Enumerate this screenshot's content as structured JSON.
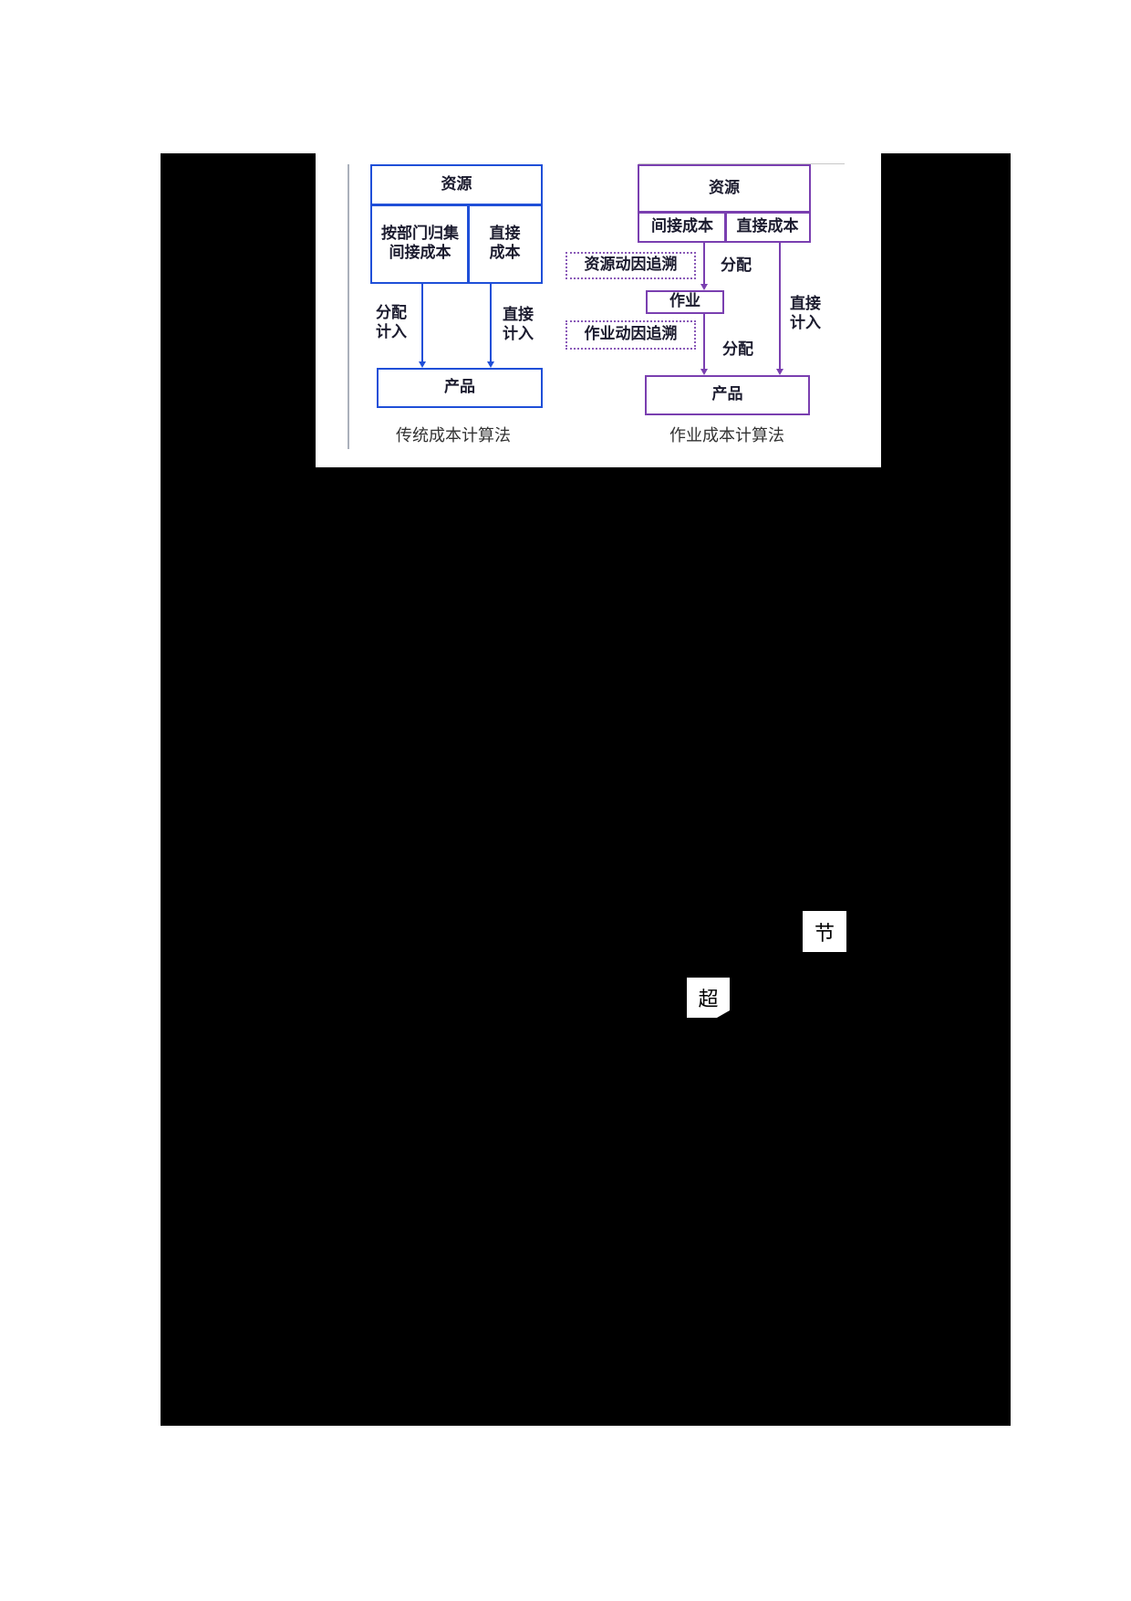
{
  "figure": {
    "traditional": {
      "caption": "传统成本计算法",
      "resource_label": "资源",
      "indirect_label_line1": "按部门归集",
      "indirect_label_line2": "间接成本",
      "direct_label_line1": "直接",
      "direct_label_line2": "成本",
      "allocate_line1": "分配",
      "allocate_line2": "计入",
      "direct_in_line1": "直接",
      "direct_in_line2": "计入",
      "product_label": "产品",
      "color": "#1f4fd8"
    },
    "activity_based": {
      "caption": "作业成本计算法",
      "resource_label": "资源",
      "indirect_label": "间接成本",
      "direct_label": "直接成本",
      "resource_driver_label": "资源动因追溯",
      "allocate_upper": "分配",
      "activity_label": "作业",
      "activity_driver_label": "作业动因追溯",
      "allocate_lower": "分配",
      "direct_in_line1": "直接",
      "direct_in_line2": "计入",
      "product_label": "产品",
      "color": "#7a3fb0"
    }
  },
  "fragments": {
    "char_1": "节",
    "char_2": "超"
  }
}
